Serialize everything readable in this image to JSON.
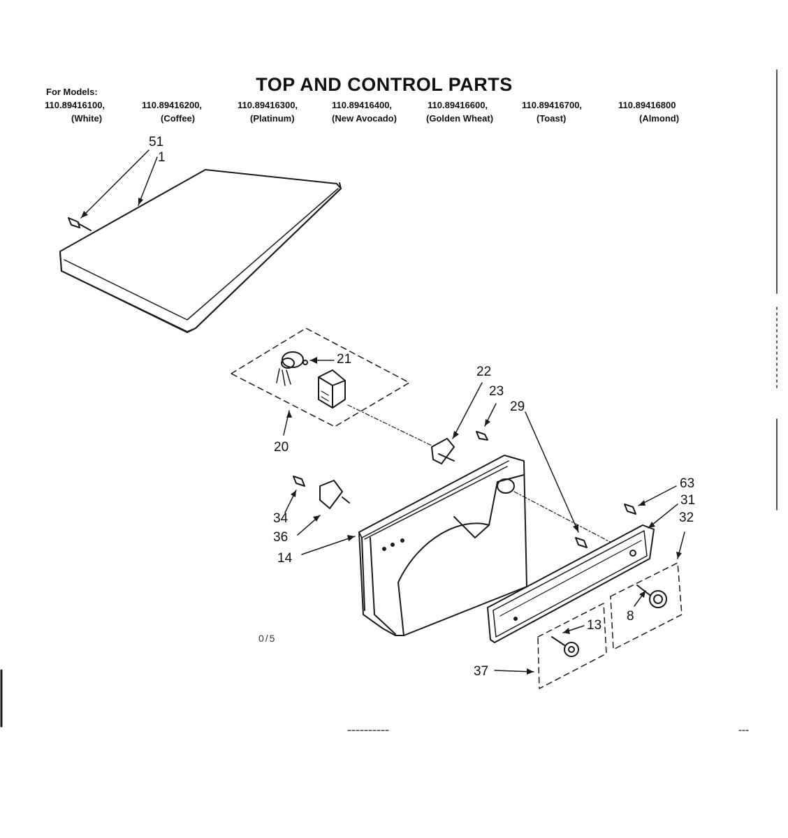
{
  "title": "TOP AND CONTROL PARTS",
  "for_models_label": "For Models:",
  "models": [
    {
      "number": "110.89416100,",
      "color": "(White)"
    },
    {
      "number": "110.89416200,",
      "color": "(Coffee)"
    },
    {
      "number": "110.89416300,",
      "color": "(Platinum)"
    },
    {
      "number": "110.89416400,",
      "color": "(New Avocado)"
    },
    {
      "number": "110.89416600,",
      "color": "(Golden Wheat)"
    },
    {
      "number": "110.89416700,",
      "color": "(Toast)"
    },
    {
      "number": "110.89416800",
      "color": "(Almond)"
    }
  ],
  "callouts": {
    "c51": "51",
    "c1": "1",
    "c21": "21",
    "c20": "20",
    "c22": "22",
    "c23": "23",
    "c29": "29",
    "c34": "34",
    "c36": "36",
    "c14": "14",
    "c63": "63",
    "c31": "31",
    "c32": "32",
    "c13": "13",
    "c8": "8",
    "c37": "37"
  },
  "page_mark": "0/5"
}
